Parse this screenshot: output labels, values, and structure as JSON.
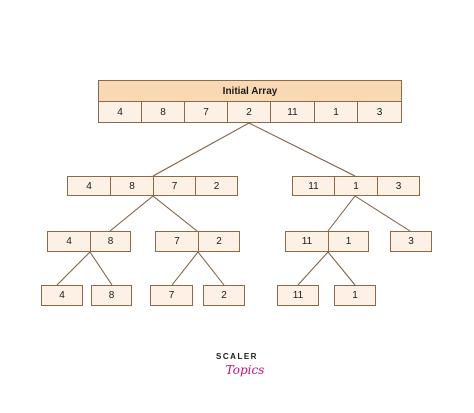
{
  "diagram": {
    "title": "Initial Array",
    "initial": [
      "4",
      "8",
      "7",
      "2",
      "11",
      "1",
      "3"
    ],
    "level1": [
      [
        "4",
        "8",
        "7",
        "2"
      ],
      [
        "11",
        "1",
        "3"
      ]
    ],
    "level2": [
      [
        "4",
        "8"
      ],
      [
        "7",
        "2"
      ],
      [
        "11",
        "1"
      ],
      [
        "3"
      ]
    ],
    "level3": [
      "4",
      "8",
      "7",
      "2",
      "11",
      "1"
    ]
  },
  "logo": {
    "top": "SCALER",
    "bottom": "Topics"
  }
}
